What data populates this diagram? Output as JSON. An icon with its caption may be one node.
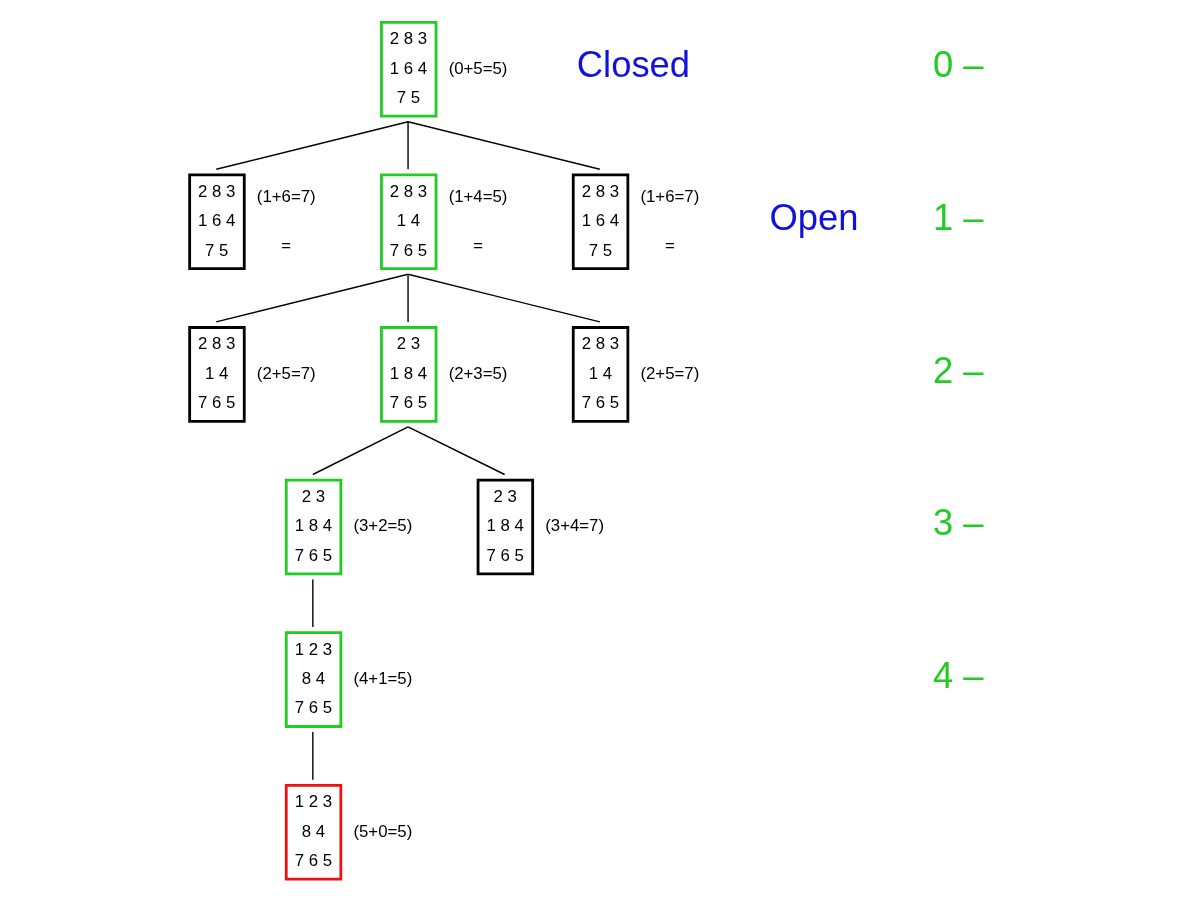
{
  "diagram": {
    "nodes": [
      {
        "text": [
          "2 8 3",
          "1 6 4",
          "7 5"
        ],
        "beside": [
          "(0+5=5)"
        ]
      },
      {
        "text": [
          "2 8 3",
          "1 6 4",
          "7 5"
        ],
        "beside": [
          "(1+6=7)",
          "="
        ]
      },
      {
        "text": [
          "2 8 3",
          "1 4",
          "7 6 5"
        ],
        "beside": [
          "(1+4=5)",
          "="
        ]
      },
      {
        "text": [
          "2 8 3",
          "1 6 4",
          "7 5"
        ],
        "beside": [
          "(1+6=7)",
          "="
        ]
      },
      {
        "text": [
          "2 8 3",
          "1 4",
          "7 6 5"
        ],
        "beside": [
          "(2+5=7)"
        ]
      },
      {
        "text": [
          "2 3",
          "1 8 4",
          "7 6 5"
        ],
        "beside": [
          "(2+3=5)"
        ]
      },
      {
        "text": [
          "2 8 3",
          "1 4",
          "7 6 5"
        ],
        "beside": [
          "(2+5=7)"
        ]
      },
      {
        "text": [
          "2 3",
          "1 8 4",
          "7 6 5"
        ],
        "beside": [
          "(3+2=5)"
        ]
      },
      {
        "text": [
          "2 3",
          "1 8 4",
          "7 6 5"
        ],
        "beside": [
          "(3+4=7)"
        ]
      },
      {
        "text": [
          "1 2 3",
          "8 4",
          "7 6 5"
        ],
        "beside": [
          "(4+1=5)"
        ]
      },
      {
        "text": [
          "1 2 3",
          "8 4",
          "7 6 5"
        ],
        "beside": [
          "(5+0=5)"
        ]
      }
    ],
    "edges": [
      {
        "from": 0,
        "to": 1,
        "arrow": "none"
      },
      {
        "from": 0,
        "to": 2,
        "arrow": "none"
      },
      {
        "from": 0,
        "to": 3,
        "arrow": "none"
      },
      {
        "from": 2,
        "to": 4,
        "arrow": "none"
      },
      {
        "from": 2,
        "to": 5,
        "arrow": "none"
      },
      {
        "from": 2,
        "to": 6,
        "arrow": "none"
      },
      {
        "from": 5,
        "to": 7,
        "arrow": "none"
      },
      {
        "from": 5,
        "to": 8,
        "arrow": "none"
      },
      {
        "from": 7,
        "to": 9,
        "arrow": "none"
      },
      {
        "from": 9,
        "to": 10,
        "arrow": "none"
      }
    ],
    "labels": [
      "Closed",
      "Open",
      "0 –",
      "1 –",
      "2 –",
      "3 –",
      "4 –"
    ]
  }
}
